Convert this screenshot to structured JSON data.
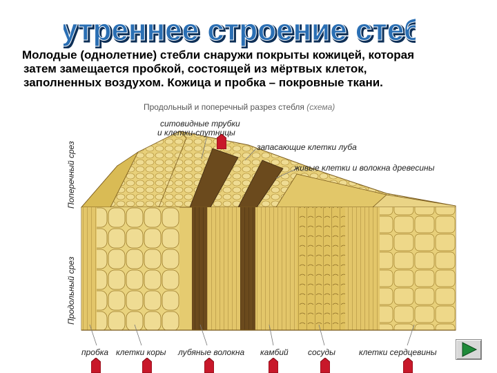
{
  "title": "Внутреннее строение стебля",
  "intro": {
    "line1": "Молодые (однолетние) стебли снаружи покрыты кожицей, которая",
    "line2": "затем замещается пробкой, состоящей из мёртвых клеток,",
    "line3": "заполненных воздухом. Кожица и пробка – покровные ткани."
  },
  "caption": {
    "main": "Продольный и поперечный разрез стебля",
    "paren": "(схема)"
  },
  "side_labels": {
    "cross": "Поперечный срез",
    "longitudinal": "Продольный срез"
  },
  "top_labels": {
    "sieve": "ситовидные трубки",
    "companion": "и клетки-спутницы",
    "storage": "запасающие клетки луба",
    "living": "живые клетки и волокна древесины"
  },
  "bottom_labels": {
    "cork": "пробка",
    "cortex": "клетки коры",
    "bast": "лубяные волокна",
    "cambium": "камбий",
    "vessels": "сосуды",
    "pith": "клетки сердцевины"
  },
  "colors": {
    "title_fill": "#2a6fb4",
    "title_shadow": "#0d2f57",
    "tissue_light": "#e9d27a",
    "tissue_mid": "#d9b84e",
    "tissue_dark": "#6b4a1d",
    "marker_red": "#c8182a",
    "next_green": "#1f8a3a"
  }
}
